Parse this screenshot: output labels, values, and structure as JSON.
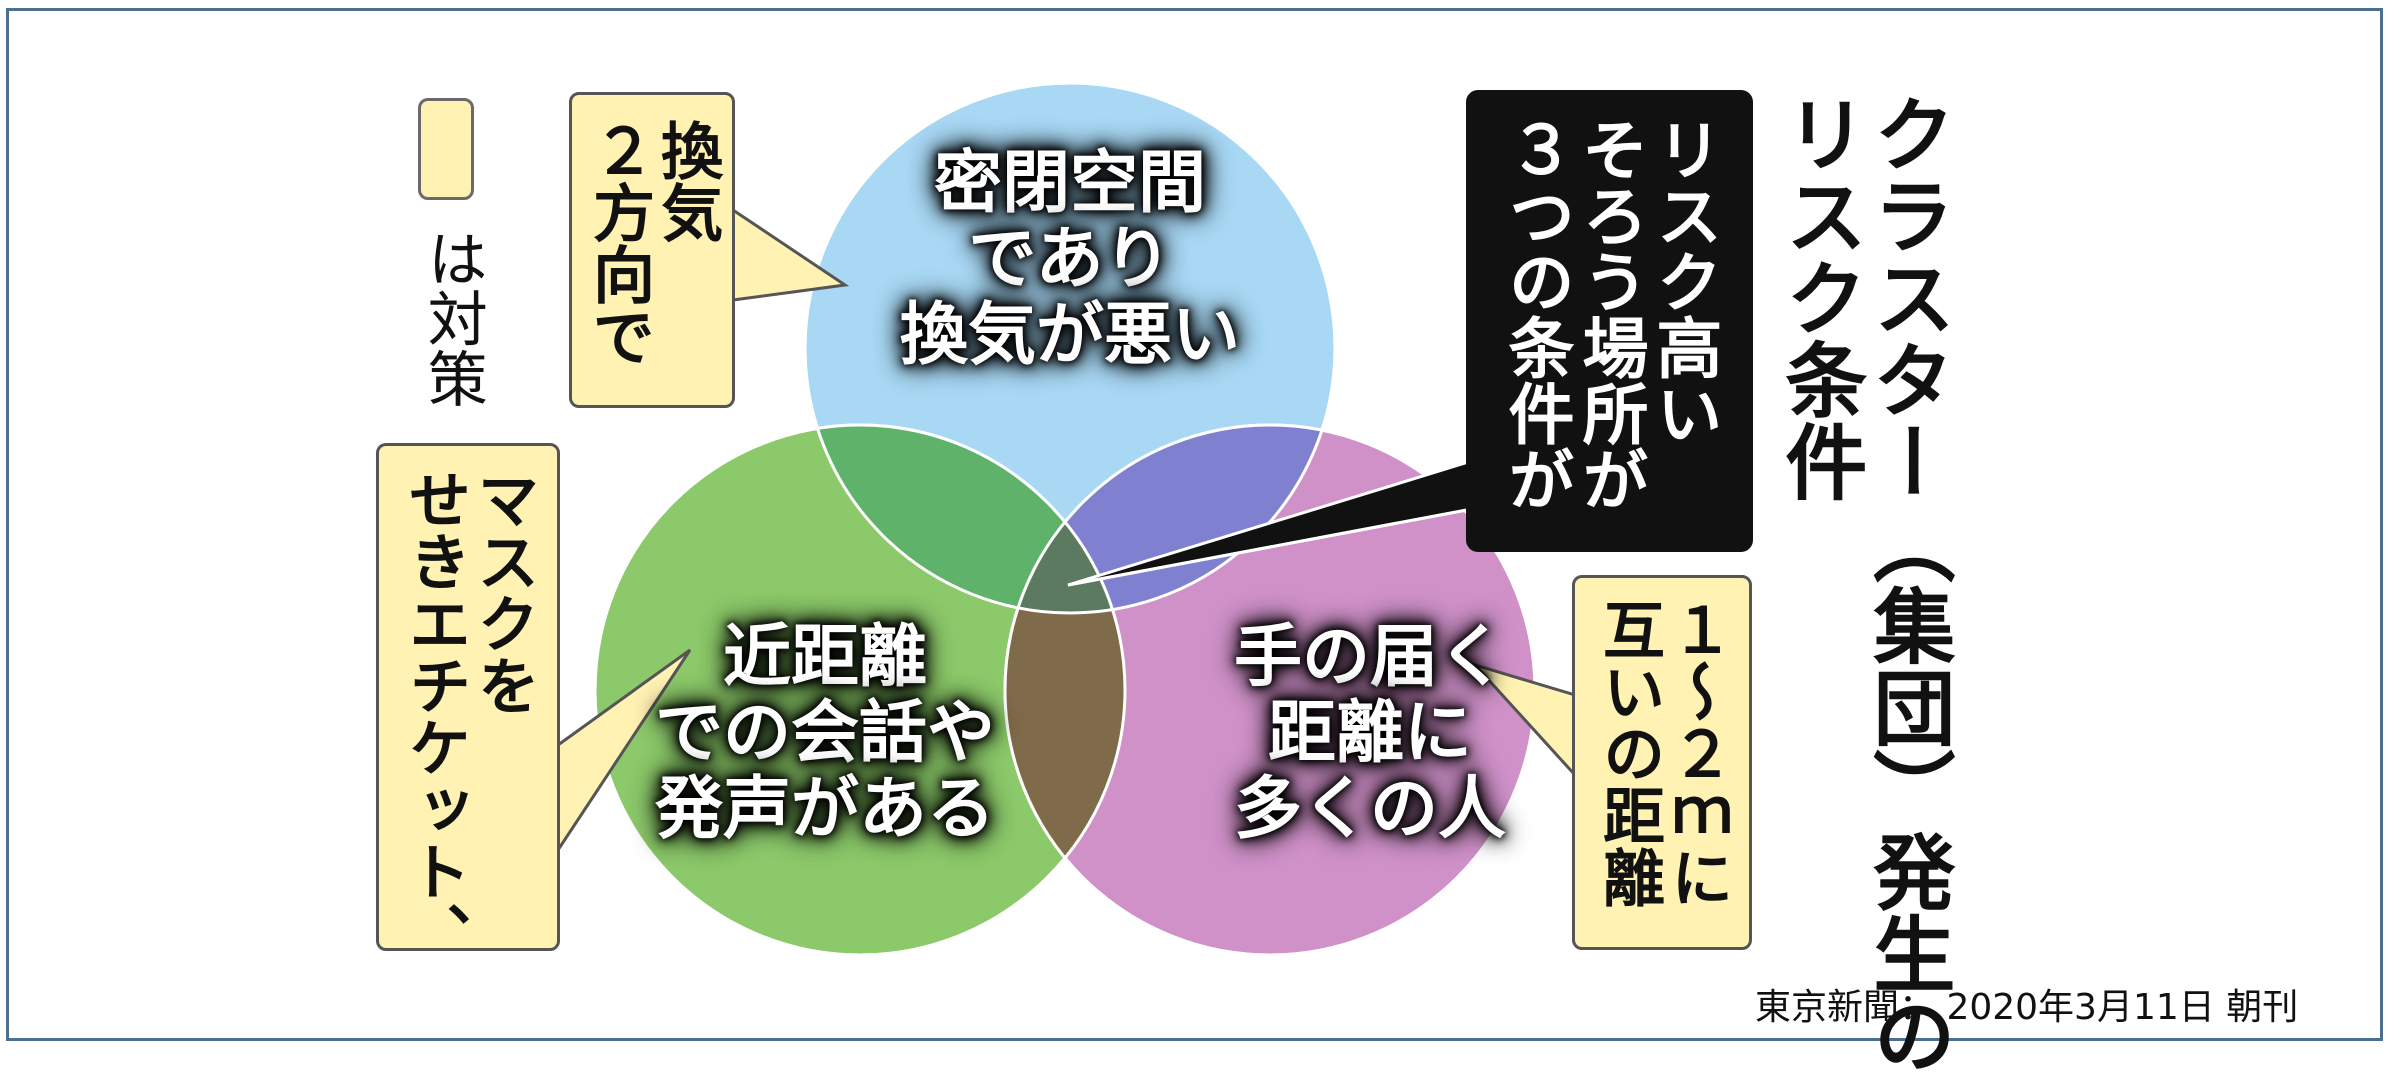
{
  "title": {
    "line1": "クラスター（集団）発生の",
    "line2": "リスク条件"
  },
  "legend": {
    "text": "は対策"
  },
  "circles": {
    "closed_space": {
      "lines": [
        "密閉空間",
        "であり",
        "換気が悪い"
      ],
      "color": "#a8d8f4"
    },
    "close_contact": {
      "lines": [
        "近距離",
        "での会話や",
        "発声がある"
      ],
      "color": "#8cc96a"
    },
    "crowded": {
      "lines": [
        "手の届く",
        "距離に",
        "多くの人"
      ],
      "color": "#cf91c8"
    }
  },
  "overlap_colors": {
    "closed_close": "#5eb26a",
    "closed_crowded": "#7f80d0",
    "close_crowded": "#7f6a4a",
    "center": "#5c7a60"
  },
  "notes": {
    "ventilation": {
      "lines": [
        "２方向で",
        "換気"
      ]
    },
    "etiquette": {
      "lines": [
        "せきエチケット、",
        "マスクを"
      ]
    },
    "distance": {
      "lines": [
        "互いの距離",
        "１～２ｍに"
      ]
    }
  },
  "callout": {
    "lines": [
      "３つの条件が",
      "そろう場所が",
      "リスク高い"
    ]
  },
  "source": "東京新聞：  2020年3月11日  朝刊",
  "colors": {
    "frame": "#4d6f8f",
    "note_fill": "#fff2b3",
    "callout_fill": "#111111"
  }
}
